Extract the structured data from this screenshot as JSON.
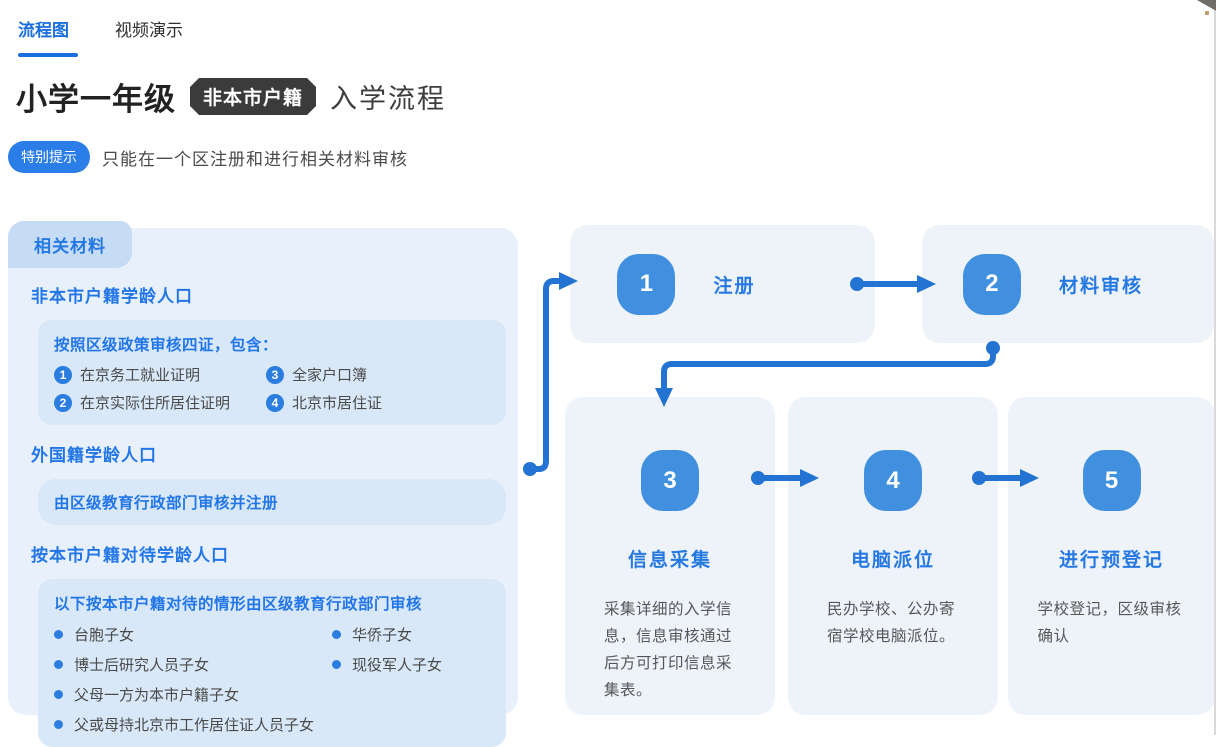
{
  "tabs": {
    "flowchart": "流程图",
    "video": "视频演示"
  },
  "title": {
    "grade": "小学一年级",
    "badge": "非本市户籍",
    "suffix": "入学流程"
  },
  "tip": {
    "label": "特别提示",
    "text": "只能在一个区注册和进行相关材料审核"
  },
  "materials": {
    "tag": "相关材料",
    "section1": {
      "heading": "非本市户籍学龄人口",
      "box_title": "按照区级政策审核四证，包含：",
      "items": [
        {
          "num": "1",
          "text": "在京务工就业证明"
        },
        {
          "num": "2",
          "text": "在京实际住所居住证明"
        },
        {
          "num": "3",
          "text": "全家户口簿"
        },
        {
          "num": "4",
          "text": "北京市居住证"
        }
      ]
    },
    "section2": {
      "heading": "外国籍学龄人口",
      "box_title": "由区级教育行政部门审核并注册"
    },
    "section3": {
      "heading": "按本市户籍对待学龄人口",
      "box_title": "以下按本市户籍对待的情形由区级教育行政部门审核",
      "col1": [
        "台胞子女",
        "博士后研究人员子女",
        "父母一方为本市户籍子女",
        "父或母持北京市工作居住证人员子女"
      ],
      "col2": [
        "华侨子女",
        "现役军人子女"
      ]
    }
  },
  "flow": {
    "step1": {
      "num": "1",
      "label": "注册"
    },
    "step2": {
      "num": "2",
      "label": "材料审核"
    },
    "step3": {
      "num": "3",
      "label": "信息采集",
      "desc": "采集详细的入学信息，信息审核通过后方可打印信息采集表。"
    },
    "step4": {
      "num": "4",
      "label": "电脑派位",
      "desc": "民办学校、公办寄宿学校电脑派位。"
    },
    "step5": {
      "num": "5",
      "label": "进行预登记",
      "desc": "学校登记，区级审核确认"
    }
  },
  "colors": {
    "accent_blue": "#2273d2",
    "badge_blue": "#4090df",
    "heading_blue": "#2376e8",
    "panel_bg": "#e8f1fb",
    "inner_box_bg": "#d8e8f8",
    "card_bg": "#eef3fa",
    "dark_badge_bg": "#3b3b3b",
    "tip_pill_bg": "#2b7de8"
  }
}
